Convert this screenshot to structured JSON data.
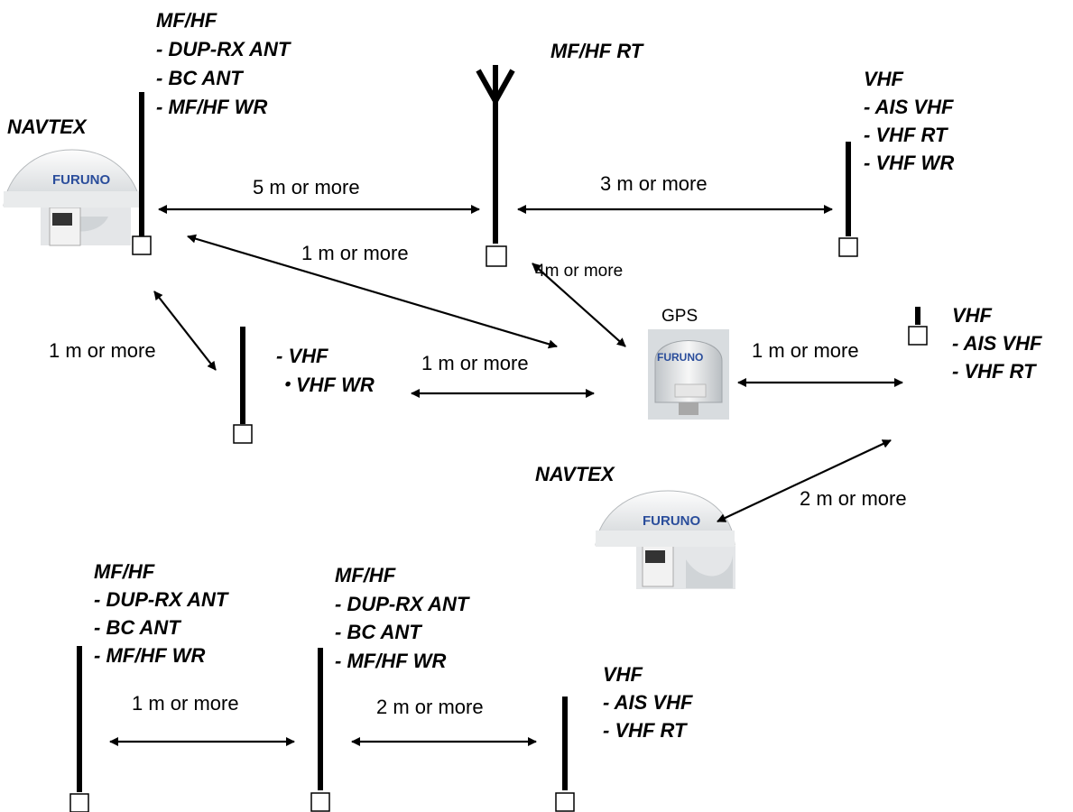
{
  "labels": {
    "navtex_top": "NAVTEX",
    "mfhf_group_top": [
      "MF/HF",
      "- DUP-RX ANT",
      "- BC ANT",
      "- MF/HF WR"
    ],
    "mfhf_rt": "MF/HF RT",
    "vhf_group_top_right": [
      "VHF",
      "- AIS VHF",
      "- VHF RT",
      "- VHF WR"
    ],
    "gps": "GPS",
    "vhf_group_mid_right": [
      "VHF",
      "- AIS VHF",
      "- VHF RT"
    ],
    "vhf_group_mid_left": [
      "- VHF",
      "・VHF WR"
    ],
    "navtex_bottom": "NAVTEX",
    "mfhf_group_bottom_1": [
      "MF/HF",
      "- DUP-RX ANT",
      "- BC ANT",
      "- MF/HF WR"
    ],
    "mfhf_group_bottom_2": [
      "MF/HF",
      "- DUP-RX ANT",
      "- BC ANT",
      "- MF/HF WR"
    ],
    "vhf_group_bottom": [
      "VHF",
      "- AIS VHF",
      "- VHF RT"
    ],
    "furuno_logo": "FURUNO"
  },
  "distances": {
    "mfhf_to_rt": "5 m or more",
    "rt_to_vhf": "3 m or more",
    "mfhf_to_gps": "1 m or more",
    "rt_to_gps": "4m or more",
    "navtex_to_vhf": "1 m or more",
    "vhf_to_gps": "1 m or more",
    "gps_to_vhf_right": "1 m or more",
    "vhf_right_to_navtex": "2 m or more",
    "bottom_mfhf_to_mfhf": "1 m or more",
    "bottom_mfhf_to_vhf": "2 m or more"
  }
}
